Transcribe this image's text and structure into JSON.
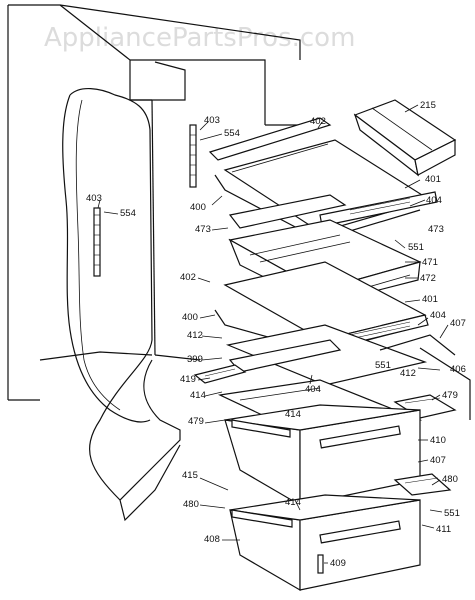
{
  "watermark": "AppliancePartsPros.com",
  "labels": {
    "l215": "215",
    "l402a": "402",
    "l403a": "403",
    "l554a": "554",
    "l401a": "401",
    "l404a": "404",
    "l400a": "400",
    "l473a": "473",
    "l551a": "551",
    "l403b": "403",
    "l554b": "554",
    "l471": "471",
    "l472": "472",
    "l402b": "402",
    "l401b": "401",
    "l400b": "400",
    "l404b": "404",
    "l407a": "407",
    "l412a": "412",
    "l399": "399",
    "l551b": "551",
    "l412b": "412",
    "l404c": "404",
    "l406": "406",
    "l419": "419",
    "l414a": "414",
    "l414b": "414",
    "l479a": "479",
    "l479b": "479",
    "l410": "410",
    "l407b": "407",
    "l415": "415",
    "l480a": "480",
    "l480b": "480",
    "l414c": "414",
    "l551c": "551",
    "l411": "411",
    "l408": "408",
    "l409": "409"
  }
}
